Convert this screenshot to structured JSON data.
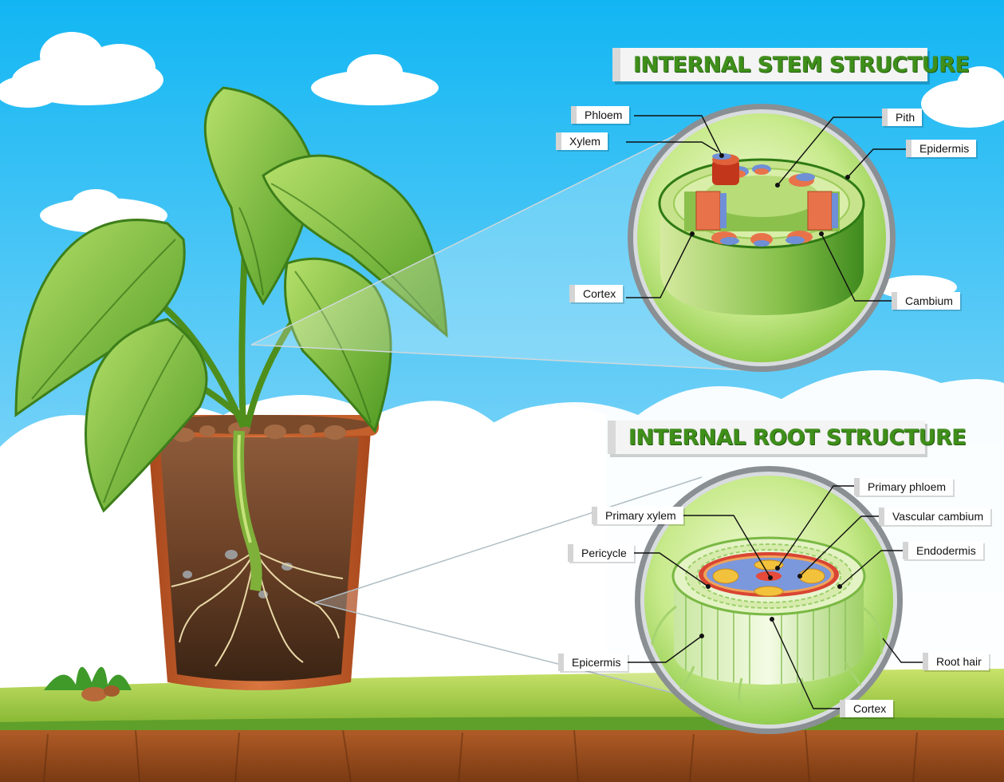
{
  "stem_section": {
    "title": "INTERNAL STEM STRUCTURE",
    "labels": {
      "phloem": "Phloem",
      "xylem": "Xylem",
      "pith": "Pith",
      "epidermis": "Epidermis",
      "cortex": "Cortex",
      "cambium": "Cambium"
    }
  },
  "root_section": {
    "title": "INTERNAL ROOT STRUCTURE",
    "labels": {
      "primary_phloem": "Primary phloem",
      "primary_xylem": "Primary xylem",
      "vascular_cambium": "Vascular cambium",
      "pericycle": "Pericycle",
      "endodermis": "Endodermis",
      "epicermis": "Epicermis",
      "root_hair": "Root hair",
      "cortex": "Cortex"
    }
  },
  "colors": {
    "sky_top": "#14b8f2",
    "sky_bottom": "#bfe9fb",
    "grass": "#8bc34a",
    "soil": "#a0522d",
    "pot": "#c8622e",
    "title_text": "#3f8f1a",
    "xylem": "#e0623b",
    "phloem": "#6f8fd6"
  }
}
